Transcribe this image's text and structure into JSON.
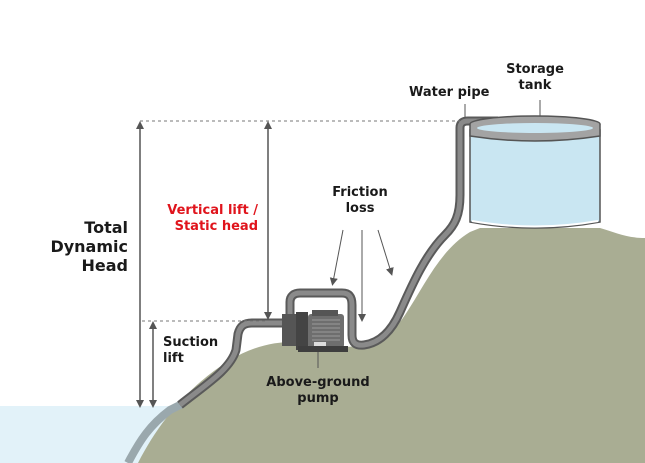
{
  "labels": {
    "total_dynamic_head": [
      "Total",
      "Dynamic",
      "Head"
    ],
    "vertical_lift": [
      "Vertical lift /",
      "Static head"
    ],
    "suction_lift": [
      "Suction",
      "lift"
    ],
    "friction_loss": [
      "Friction",
      "loss"
    ],
    "pump": [
      "Above-ground",
      "pump"
    ],
    "water_pipe": "Water pipe",
    "storage_tank": [
      "Storage",
      "tank"
    ]
  },
  "colors": {
    "ground": "#a9ad93",
    "water": "#e2f2f9",
    "tank_water": "#c9e6f2",
    "pipe": "#6b6b6b",
    "pipe_outline": "#4e4e4e",
    "highlight_text": "#e0141c",
    "text": "#1a1a1a",
    "arrow": "#555555"
  }
}
